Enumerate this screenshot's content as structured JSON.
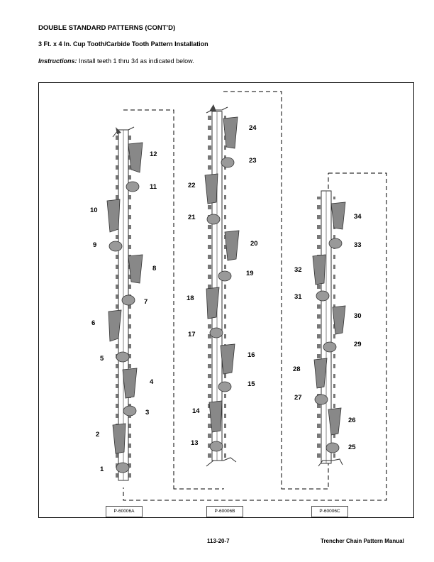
{
  "heading": "DOUBLE STANDARD PATTERNS (CONT’D)",
  "subheading": "3 Ft. x 4 In. Cup Tooth/Carbide Tooth Pattern Installation",
  "instructions": {
    "label": "Instructions:",
    "text": " Install teeth 1 thru 34 as indicated below."
  },
  "patterns": {
    "a": "P-60006A",
    "b": "P-60006B",
    "c": "P-60006C"
  },
  "tooth_numbers": {
    "n1": "1",
    "n2": "2",
    "n3": "3",
    "n4": "4",
    "n5": "5",
    "n6": "6",
    "n7": "7",
    "n8": "8",
    "n9": "9",
    "n10": "10",
    "n11": "11",
    "n12": "12",
    "n13": "13",
    "n14": "14",
    "n15": "15",
    "n16": "16",
    "n17": "17",
    "n18": "18",
    "n19": "19",
    "n20": "20",
    "n21": "21",
    "n22": "22",
    "n23": "23",
    "n24": "24",
    "n25": "25",
    "n26": "26",
    "n27": "27",
    "n28": "28",
    "n29": "29",
    "n30": "30",
    "n31": "31",
    "n32": "32",
    "n33": "33",
    "n34": "34"
  },
  "footer": {
    "page": "113-20-7",
    "title": "Trencher Chain Pattern Manual"
  }
}
